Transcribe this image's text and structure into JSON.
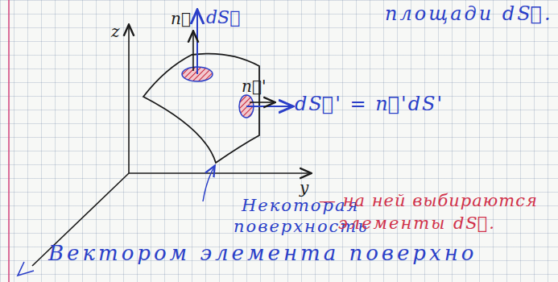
{
  "diagram": {
    "labels": [
      "площади dS⃗.",
      "z",
      "y",
      "n⃗",
      "dS⃗",
      "n⃗'",
      "dS⃗' = n⃗'dS'",
      "Некоторая",
      "поверхность",
      "— на ней выбираются",
      "элементы dS⃗.",
      "Вектором элемента поверхно"
    ]
  }
}
